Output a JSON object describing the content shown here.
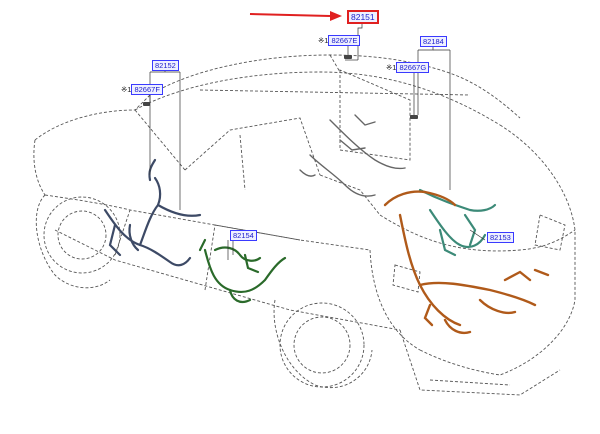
{
  "parts": {
    "main_harness": "82151",
    "front_door_lh": "82152",
    "rear_door_lh": "82154",
    "back_door": "82153",
    "roof_harness": "82184"
  },
  "optional_parts": {
    "front_clip": {
      "mark": "※1",
      "code": "82667F"
    },
    "roof_clip_e": {
      "mark": "※1",
      "code": "82667E"
    },
    "roof_clip_g": {
      "mark": "※1",
      "code": "82667G"
    }
  },
  "colors": {
    "outline": "#555555",
    "front_door_wire": "#3d4a66",
    "rear_door_wire": "#2a6a2a",
    "back_door_wire": "#3c8a78",
    "main_wire": "#b05a1a",
    "arrow": "#e02020",
    "label_text": "#1c1ccc"
  }
}
